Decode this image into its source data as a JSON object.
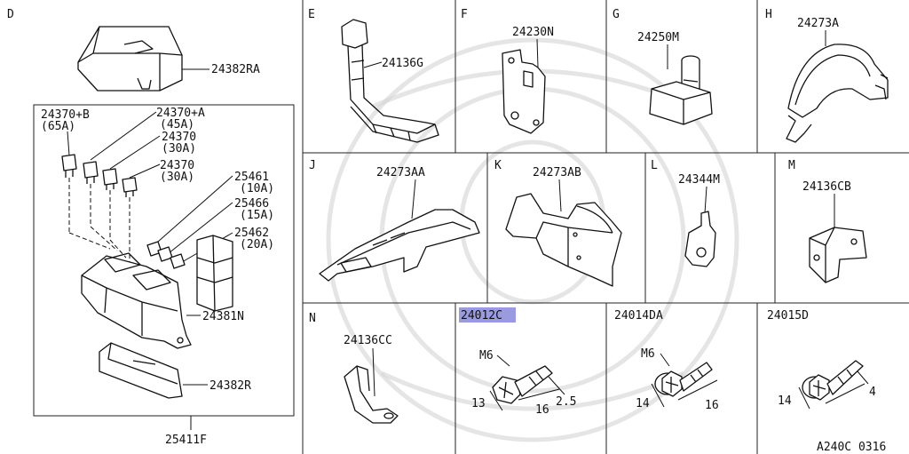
{
  "sections": {
    "D": "D",
    "E": "E",
    "F": "F",
    "G": "G",
    "H": "H",
    "J": "J",
    "K": "K",
    "L": "L",
    "M": "M",
    "N": "N"
  },
  "parts": {
    "p24382RA": "24382RA",
    "p24370B": "24370+B",
    "p24370B_amp": "(65A)",
    "p24370A": "24370+A",
    "p24370A_amp": "(45A)",
    "p24370a": "24370",
    "p24370a_amp": "(30A)",
    "p24370b": "24370",
    "p24370b_amp": "(30A)",
    "p25461": "25461",
    "p25461_amp": "(10A)",
    "p25466": "25466",
    "p25466_amp": "(15A)",
    "p25462": "25462",
    "p25462_amp": "(20A)",
    "p24381N": "24381N",
    "p24382R": "24382R",
    "p25411F": "25411F",
    "p24136G": "24136G",
    "p24230N": "24230N",
    "p24250M": "24250M",
    "p24273A": "24273A",
    "p24273AA": "24273AA",
    "p24273AB": "24273AB",
    "p24344M": "24344M",
    "p24136CB": "24136CB",
    "p24136CC": "24136CC",
    "p24012C": "24012C",
    "p24014DA": "24014DA",
    "p24015D": "24015D"
  },
  "dims": {
    "m6_a": "M6",
    "d13": "13",
    "d16_a": "16",
    "d2_5": "2.5",
    "m6_b": "M6",
    "d14_a": "14",
    "d16_b": "16",
    "d14_b": "14",
    "d4": "4"
  },
  "footer_code": "A240C 0316",
  "colors": {
    "highlight": "#9a9ae0",
    "line": "#111111",
    "watermark": "#d4d4d4"
  }
}
